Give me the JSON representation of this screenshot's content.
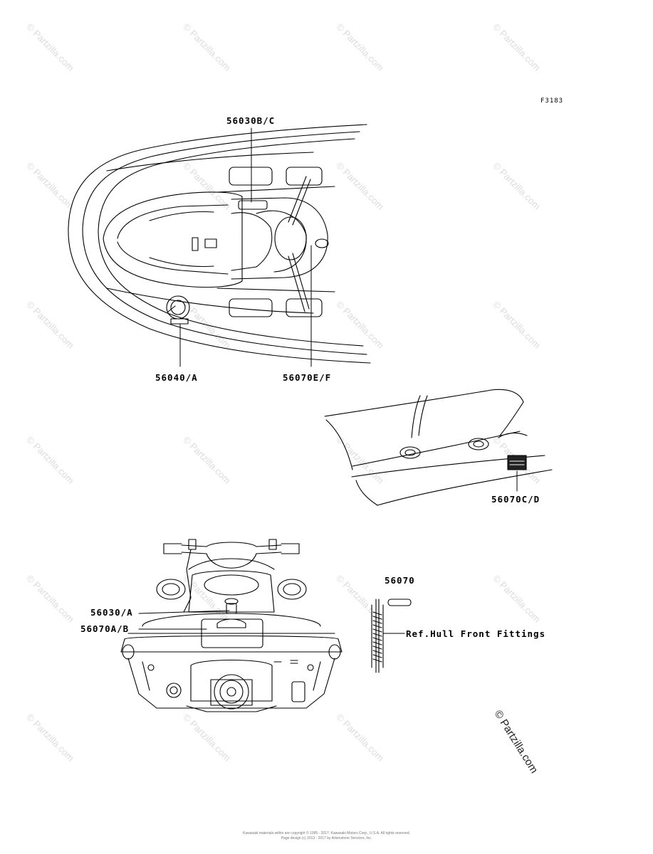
{
  "figure_id": "F3183",
  "labels": {
    "top_left_upper": "56030B/C",
    "top_left_lower": "56040/A",
    "top_right_lower": "56070E/F",
    "middle_right": "56070C/D",
    "bottom_left_upper": "56030/A",
    "bottom_left_lower": "56070A/B",
    "bottom_right_part": "56070",
    "bottom_right_ref": "Ref.Hull Front Fittings"
  },
  "watermark": {
    "faint_text": "© Partzilla.com",
    "bold_text": "© Partzilla.com"
  },
  "footer": {
    "line1": "Kawasaki materials within are copyright © 1995 - 2017, Kawasaki Motors Corp., U.S.A. All rights reserved.",
    "line2": "Page design (c) 2013 - 2017 by Arkenstone Services, Inc."
  }
}
